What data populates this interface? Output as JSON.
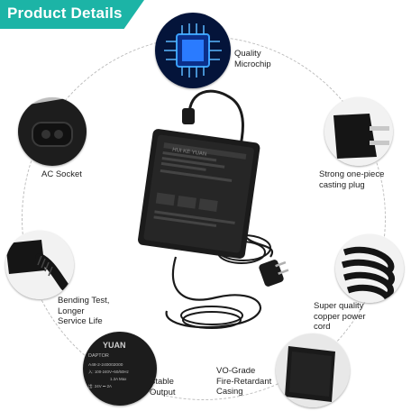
{
  "banner": {
    "title": "Product Details",
    "color": "#1cb4a6"
  },
  "features": {
    "microchip": {
      "icon": "microchip-icon",
      "lines": [
        "Quality",
        "Microchip"
      ]
    },
    "ac_socket": {
      "icon": "ac-socket-icon",
      "lines": [
        "AC Socket"
      ]
    },
    "plug": {
      "icon": "plug-icon",
      "lines": [
        "Strong one-piece",
        "casting plug"
      ]
    },
    "bending": {
      "icon": "bending-test-icon",
      "lines": [
        "Bending Test,",
        "Longer",
        "Service Life"
      ]
    },
    "cord": {
      "icon": "coiled-cord-icon",
      "lines": [
        "Super quality",
        "copper power",
        "cord"
      ]
    },
    "output": {
      "icon": "output-label-icon",
      "lines": [
        "Stable",
        "Output"
      ]
    },
    "casing": {
      "icon": "casing-icon",
      "lines": [
        "VO-Grade",
        "Fire-Retardant",
        "Casing"
      ]
    }
  },
  "product": {
    "brand": "HUI KE YUAN",
    "output_label": {
      "brand": "YUAN",
      "model": "DAPTOR",
      "line1": "A48-2-240002000",
      "line2": "入: 100-240V~50/60Hz",
      "line3": "1.3A Max",
      "line4": "出: 24V ⎓ 2A"
    }
  }
}
